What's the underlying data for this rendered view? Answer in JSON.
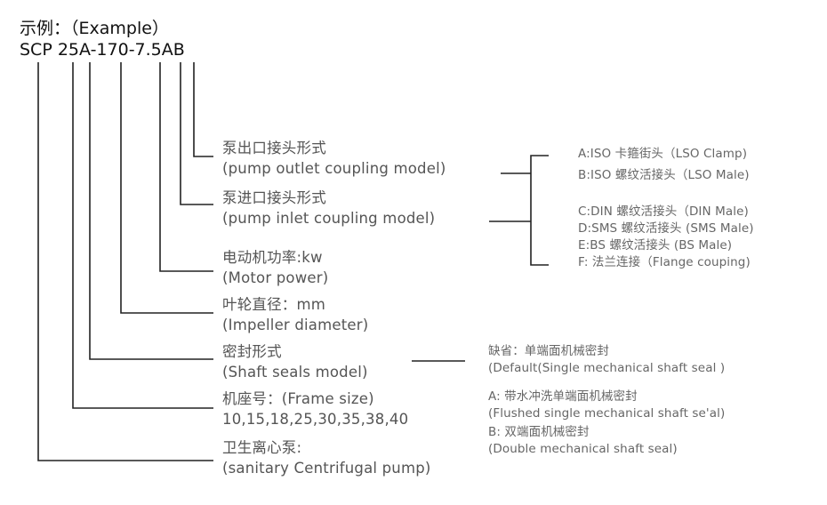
{
  "header": {
    "example_label": "示例：（Example）",
    "model_code": "SCP 25A-170-7.5AB"
  },
  "fields": [
    {
      "cn": "泵出口接头形式",
      "en": "(pump outlet coupling model)"
    },
    {
      "cn": "泵进口接头形式",
      "en": "(pump inlet coupling model)"
    },
    {
      "cn": "电动机功率:kw",
      "en": "(Motor power)"
    },
    {
      "cn": "叶轮直径：mm",
      "en": "(Impeller diameter)"
    },
    {
      "cn": "密封形式",
      "en": "(Shaft seals model)"
    },
    {
      "cn": "机座号：(Frame size)",
      "en": "10,15,18,25,30,35,38,40"
    },
    {
      "cn": "卫生离心泵:",
      "en": "(sanitary Centrifugal pump)"
    }
  ],
  "coupling_options": [
    "A:ISO 卡箍街头（LSO Clamp)",
    "B:ISO 螺纹活接头（LSO Male)",
    "C:DIN 螺纹活接头（DIN Male)",
    "D:SMS 螺纹活接头 (SMS Male)",
    "E:BS 螺纹活接头 (BS Male)",
    "F: 法兰连接（Flange  couping)"
  ],
  "seal_options": [
    {
      "cn": "缺省：单端面机械密封",
      "en": "(Default(Single mechanical shaft seal )"
    },
    {
      "cn": "A: 带水冲洗单端面机械密封",
      "en": "(Flushed single mechanical shaft se'al)"
    },
    {
      "cn": "B: 双端面机械密封",
      "en": "(Double mechanical shaft seal)"
    }
  ]
}
